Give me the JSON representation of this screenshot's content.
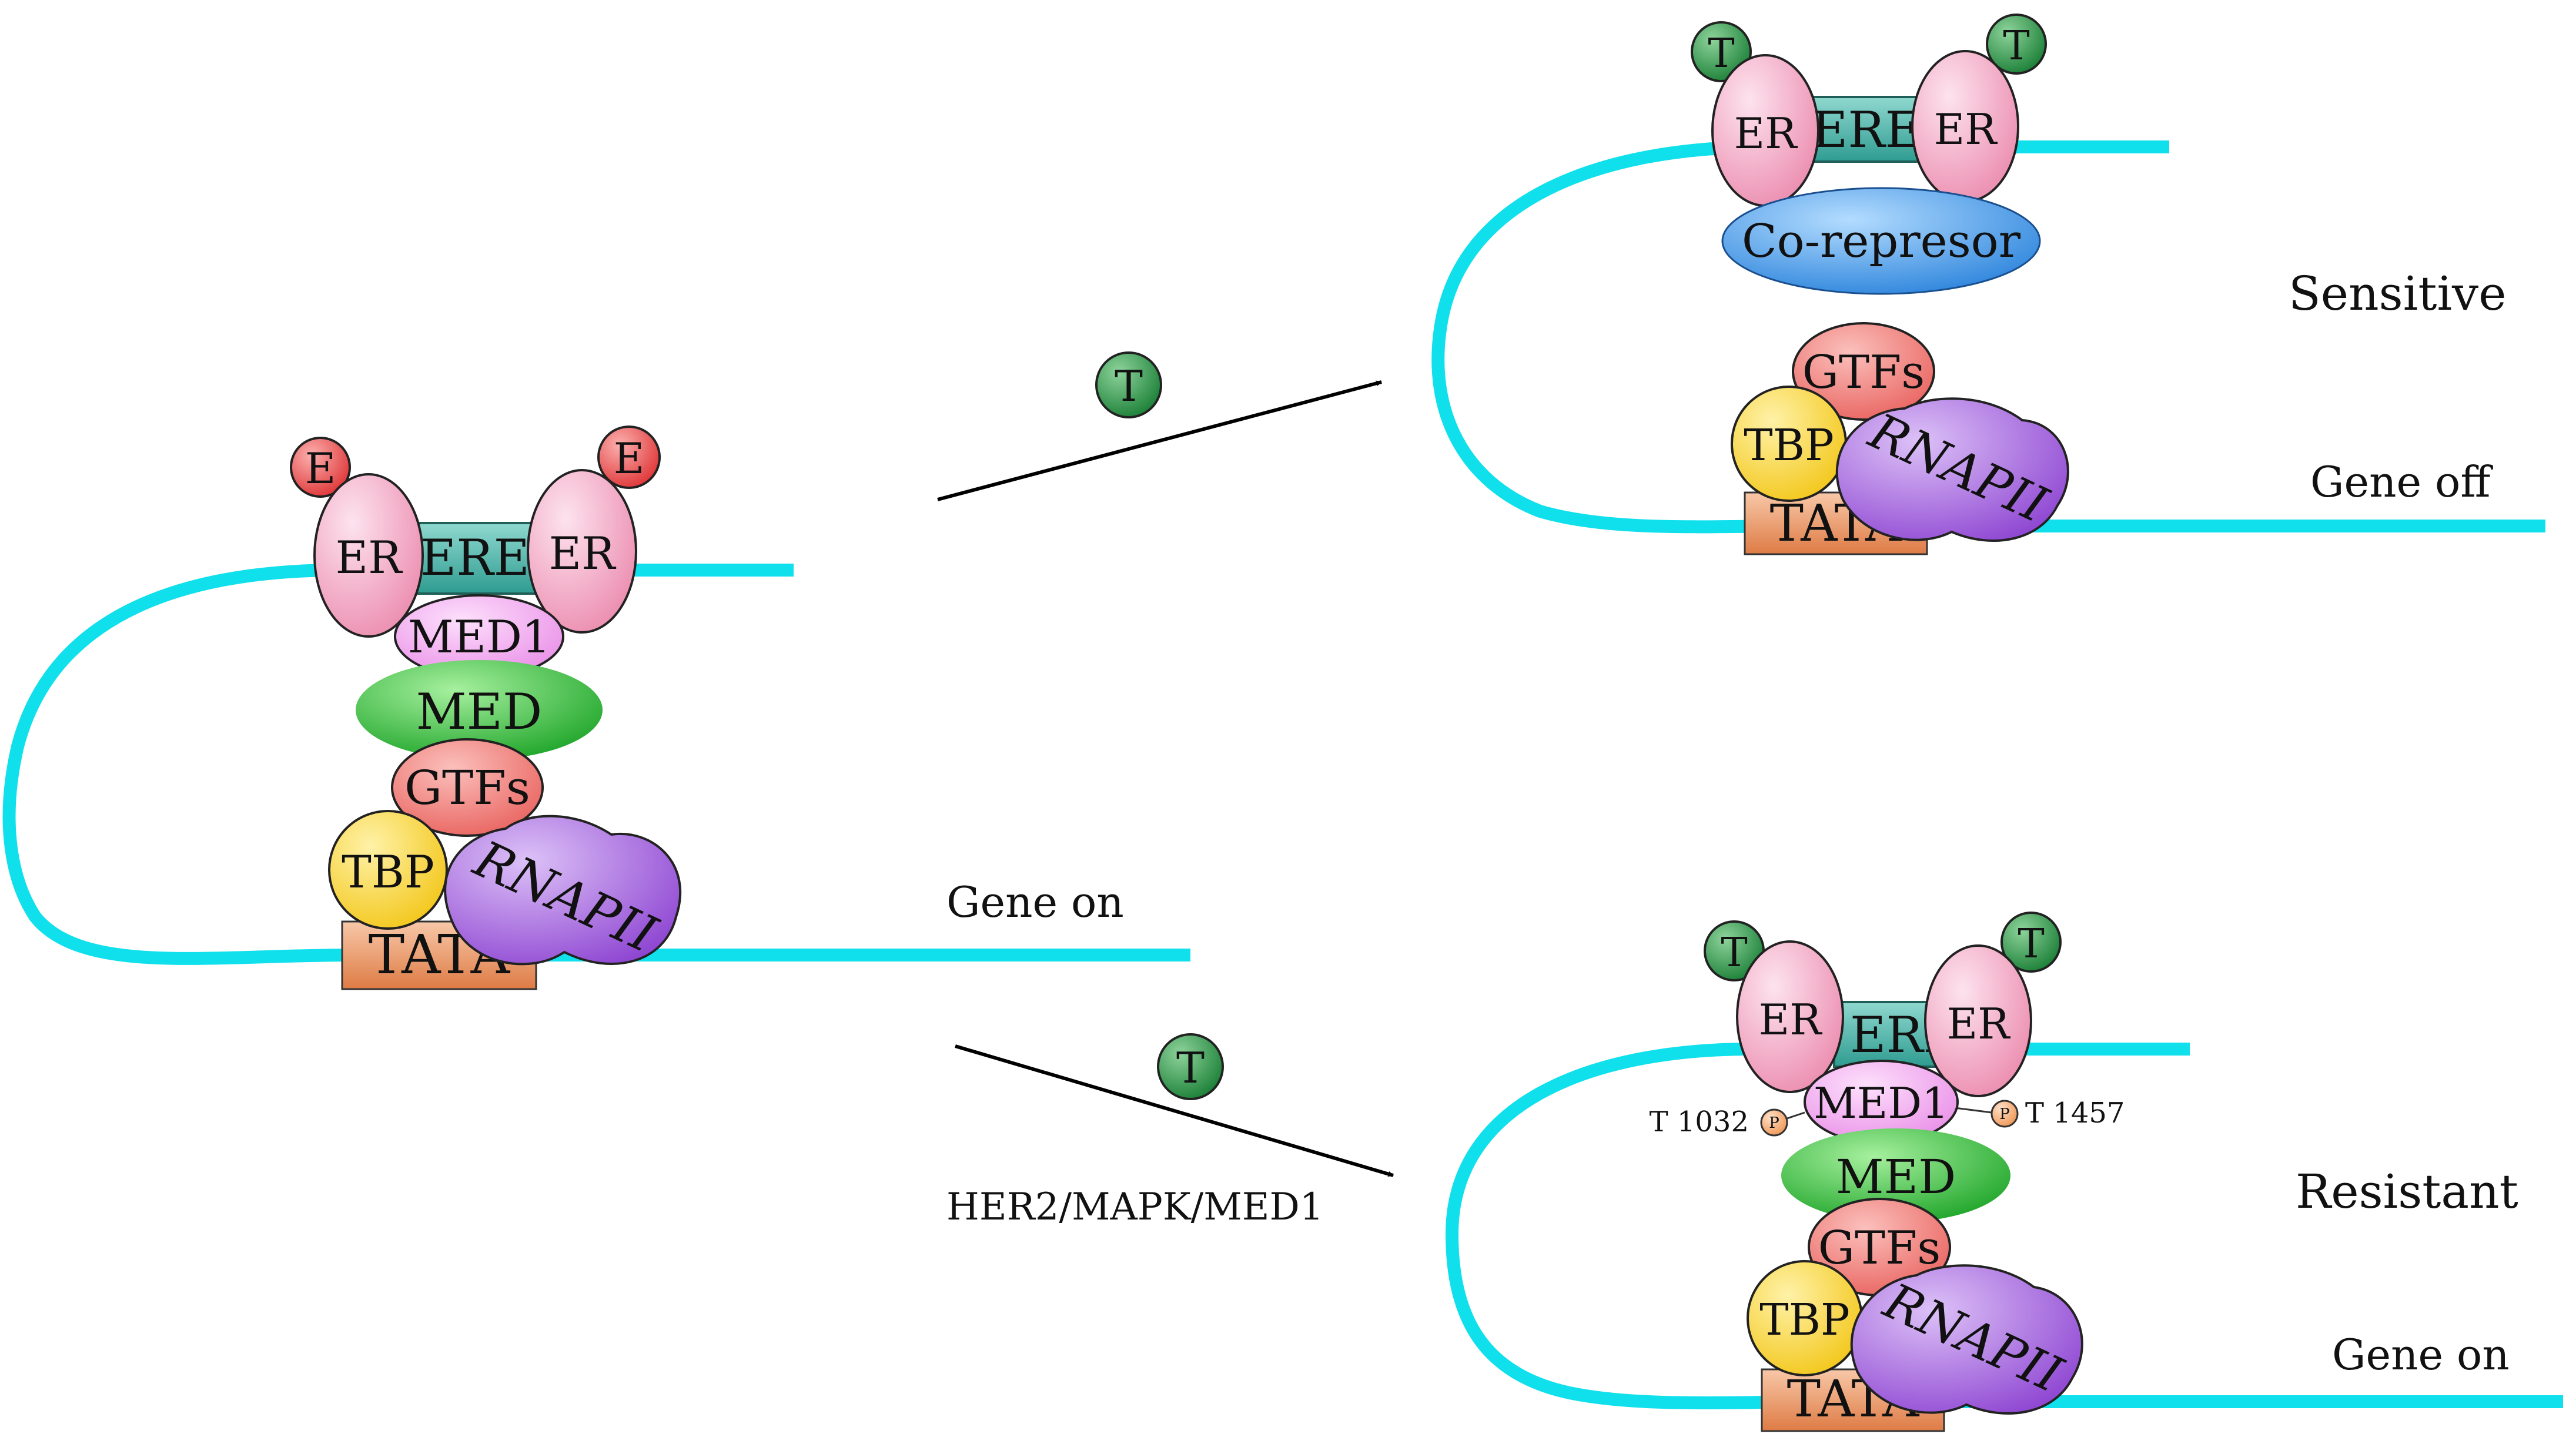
{
  "colors": {
    "dna": "#10e0ec",
    "er": "#f6b2cc",
    "ere": "#4fb8ac",
    "med1": "#f2a0f0",
    "med": "#22b02a",
    "gtfs": "#ef7b78",
    "tbp": "#f6d430",
    "rnapii": "#9b59d8",
    "tata": "#e9925e",
    "ligand_e": "#e8393b",
    "ligand_t": "#1f8a3a",
    "corepressor": "#2f8ee2",
    "phospho": "#f2a66a"
  },
  "left": {
    "ligand_left": "E",
    "ligand_right": "E",
    "er_left": "ER",
    "ere": "ERE",
    "er_right": "ER",
    "med1": "MED1",
    "med": "MED",
    "gtfs": "GTFs",
    "tbp": "TBP",
    "rnapii": "RNAPII",
    "tata": "TATA",
    "status": "Gene on"
  },
  "arrow_top": {
    "ligand": "T"
  },
  "arrow_bottom": {
    "ligand": "T",
    "label": "HER2/MAPK/MED1"
  },
  "top_right": {
    "ligand_left": "T",
    "ligand_right": "T",
    "er_left": "ER",
    "ere": "ERE",
    "er_right": "ER",
    "corepressor": "Co-represor",
    "gtfs": "GTFs",
    "tbp": "TBP",
    "rnapii": "RNAPII",
    "tata": "TATA",
    "condition": "Sensitive",
    "status": "Gene off"
  },
  "bottom_right": {
    "ligand_left": "T",
    "ligand_right": "T",
    "er_left": "ER",
    "ere": "ERE",
    "er_right": "ER",
    "med1": "MED1",
    "phospho_left_mark": "P",
    "phospho_left_label": "T 1032",
    "phospho_right_mark": "P",
    "phospho_right_label": "T 1457",
    "med": "MED",
    "gtfs": "GTFs",
    "tbp": "TBP",
    "rnapii": "RNAPII",
    "tata": "TATA",
    "condition": "Resistant",
    "status": "Gene on"
  }
}
